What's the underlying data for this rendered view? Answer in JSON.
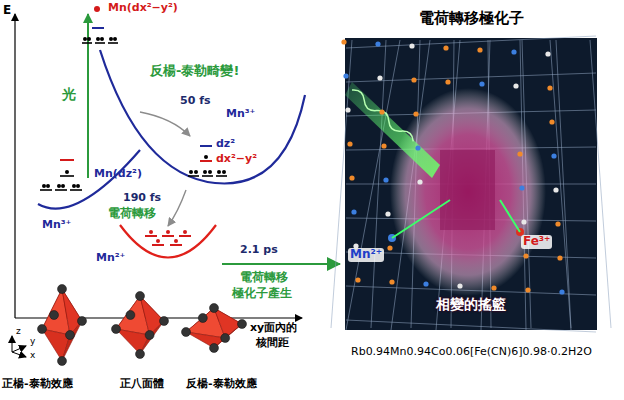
{
  "diagram": {
    "title": "電荷轉移極化子",
    "caption": "Rb0.94Mn0.94Co0.06[Fe(CN)6]0.98·0.2H2O",
    "nodes": [
      {
        "text": [
          "Mn²⁺",
          "Fe³⁺",
          "相變的搖籃"
        ]
      }
    ],
    "labels": [
      "E",
      "Mn(dx²−y²)",
      "光",
      "反楊-泰勒畸變!",
      "50 fs",
      "Mn³⁺",
      "dz²",
      "dx²−y²",
      "Mn(dz²)",
      "Mn³⁺",
      "190 fs",
      "電荷轉移",
      "Mn²⁺",
      "2.1 ps",
      "電荷轉移",
      "極化子產生",
      "z",
      "y",
      "x",
      "xy面內的",
      "核間距",
      "正楊-泰勒效應",
      "正八面體",
      "反楊-泰勒效應"
    ]
  }
}
